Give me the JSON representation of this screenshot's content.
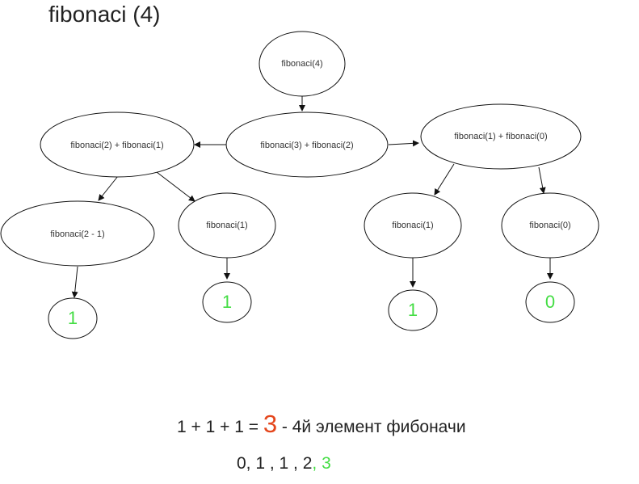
{
  "title": "fibonaci (4)",
  "colors": {
    "leaf": "#44dd44",
    "result": "#e4461c",
    "stroke": "#111111"
  },
  "nodes": {
    "root": "fibonaci(4)",
    "sum_3_2": "fibonaci(3) + fibonaci(2)",
    "sum_2_1": "fibonaci(2) + fibonaci(1)",
    "sum_1_0": "fibonaci(1) + fibonaci(0)",
    "fib_2_minus_1": "fibonaci(2 - 1)",
    "fib_1_a": "fibonaci(1)",
    "fib_1_b": "fibonaci(1)",
    "fib_0": "fibonaci(0)"
  },
  "leaves": {
    "leaf_a": "1",
    "leaf_b": "1",
    "leaf_c": "1",
    "leaf_d": "0"
  },
  "summary": {
    "expression": "1 + 1 + 1 = ",
    "result": "3",
    "caption": " - 4й элемент фибоначи"
  },
  "sequence": {
    "prefix": "0, 1 , 1 , 2",
    "highlight": ", 3"
  }
}
